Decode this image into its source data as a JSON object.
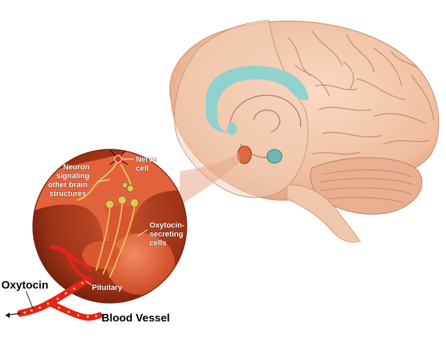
{
  "labels": {
    "nerve_cell": [
      "Nerve",
      "cell"
    ],
    "neuron_signaling": [
      "Neuron",
      "signaling",
      "other brain",
      "structures"
    ],
    "oxytocin_cells": [
      "Oxytocin-",
      "secreting",
      "cells"
    ],
    "pituitary": "Pituitary",
    "oxytocin": "Oxytocin",
    "blood_vessel": "Blood Vessel"
  },
  "colors": {
    "brain": "#f1c2a2",
    "brain_fold": "#c98566",
    "ventricle": "#86d1d0",
    "inset_bg": "#a3381b",
    "tissue": "#e2633a",
    "neuron": "#e6c25a",
    "vessel": "#e3241a",
    "vessel_dots": "#f6dc3c"
  }
}
